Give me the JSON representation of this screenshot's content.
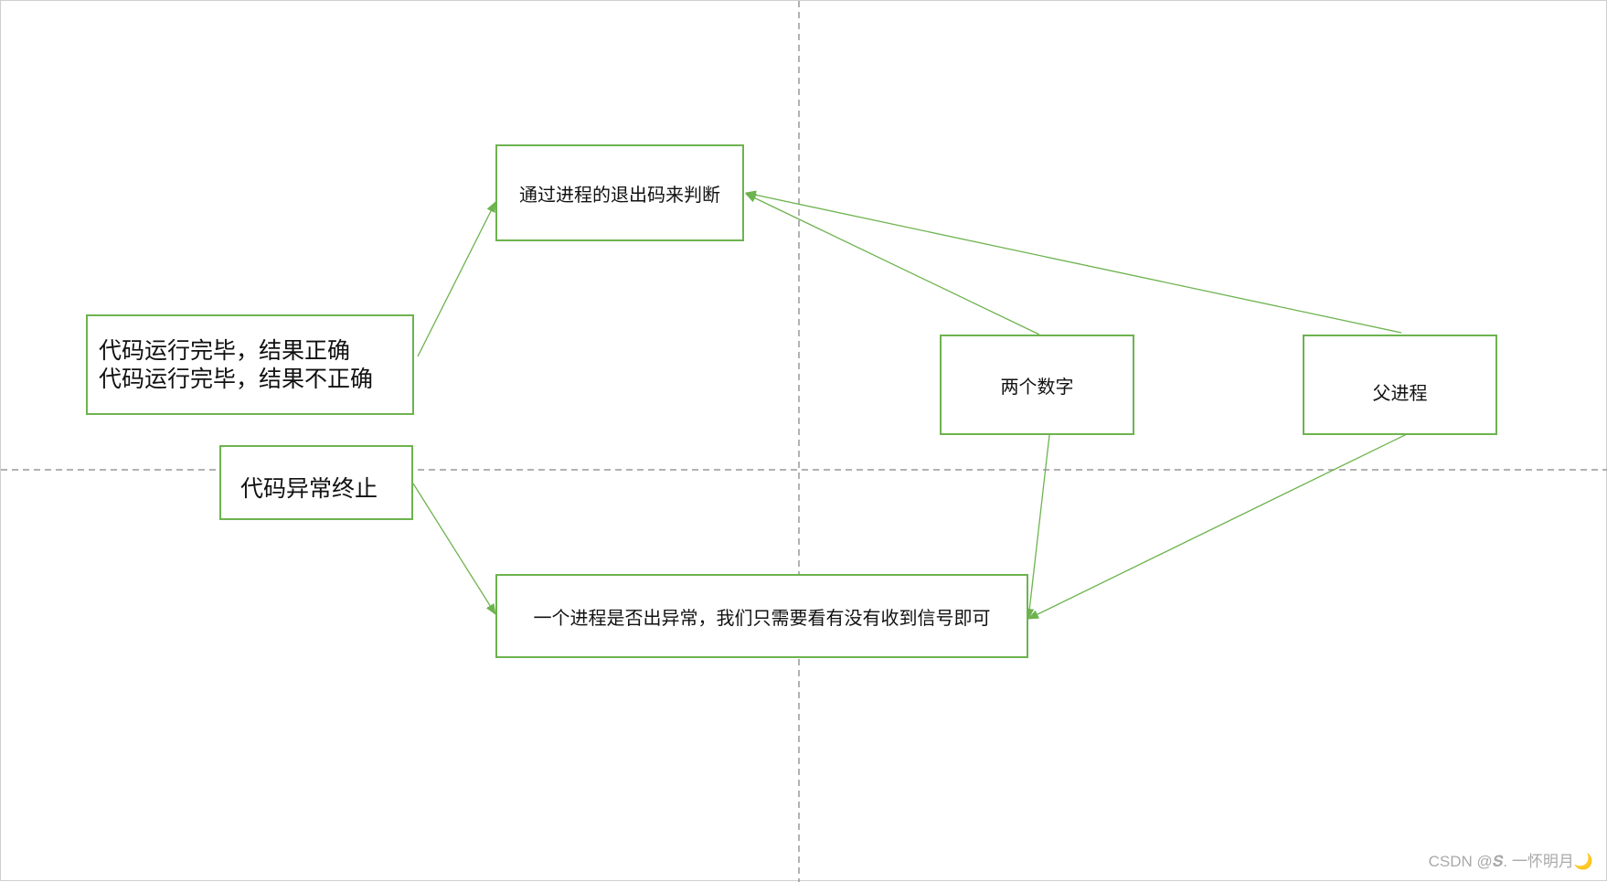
{
  "nodes": {
    "exit_code": {
      "label": "通过进程的退出码来判断"
    },
    "normal_end": {
      "lines": [
        "代码运行完毕，结果正确",
        "代码运行完毕，结果不正确"
      ]
    },
    "abnormal_end": {
      "label": "代码异常终止"
    },
    "two_numbers": {
      "label": "两个数字"
    },
    "parent_process": {
      "label": "父进程"
    },
    "signal_check": {
      "label": "一个进程是否出异常，我们只需要看有没有收到信号即可"
    }
  },
  "watermark": "CSDN @𝑺. 一怀明月🌙",
  "colors": {
    "box_border": "#6db34f",
    "arrow": "#6db34f",
    "axis_dash": "#999999",
    "text": "#111111",
    "watermark": "#a9a9a9"
  }
}
